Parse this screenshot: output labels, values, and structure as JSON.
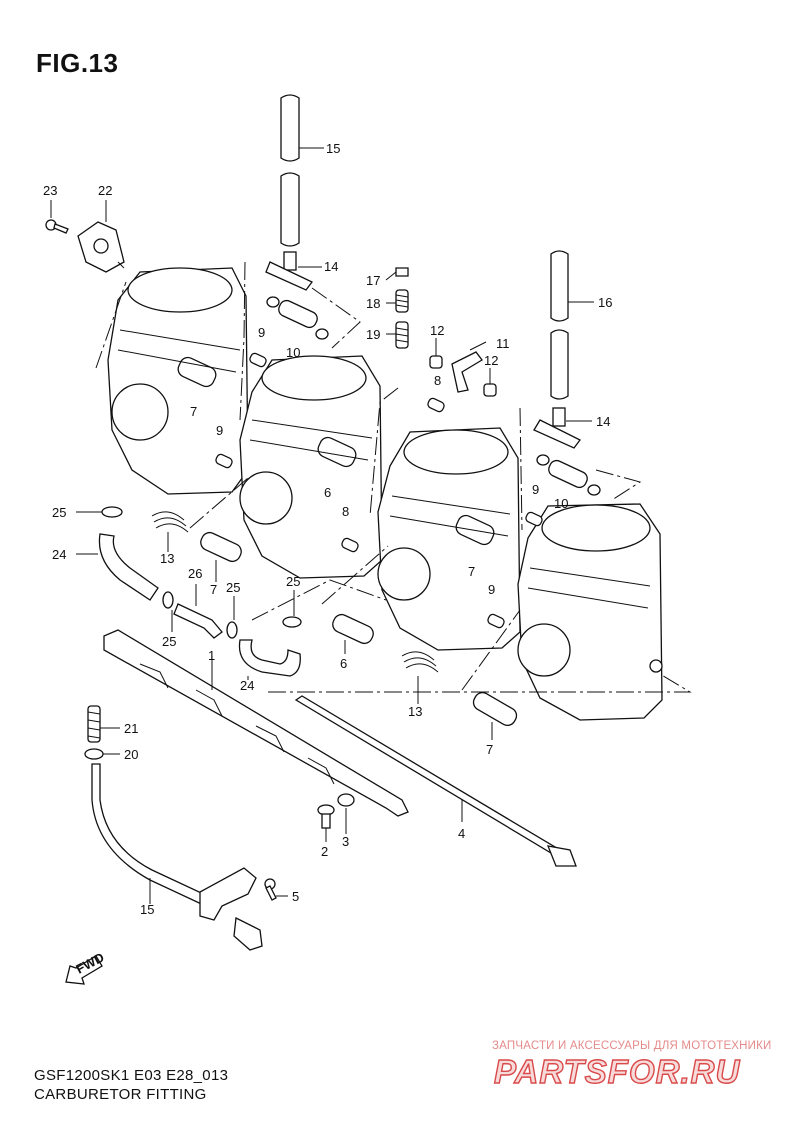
{
  "figure": {
    "title": "FIG.13",
    "model_code": "GSF1200SK1 E03 E28_013",
    "name": "CARBURETOR FITTING"
  },
  "callouts": [
    "1",
    "2",
    "3",
    "4",
    "5",
    "6",
    "6",
    "7",
    "7",
    "7",
    "7",
    "8",
    "8",
    "9",
    "9",
    "9",
    "9",
    "10",
    "10",
    "11",
    "12",
    "12",
    "13",
    "13",
    "14",
    "14",
    "15",
    "15",
    "16",
    "17",
    "18",
    "19",
    "20",
    "21",
    "22",
    "23",
    "24",
    "24",
    "25",
    "25",
    "25",
    "26"
  ],
  "fwd_label": "FWD",
  "watermark": {
    "caption": "ЗАПЧАСТИ И АКСЕССУАРЫ ДЛЯ МОТОТЕХНИКИ",
    "logo": "PARTSFOR.RU",
    "color": "#d94a4a"
  }
}
